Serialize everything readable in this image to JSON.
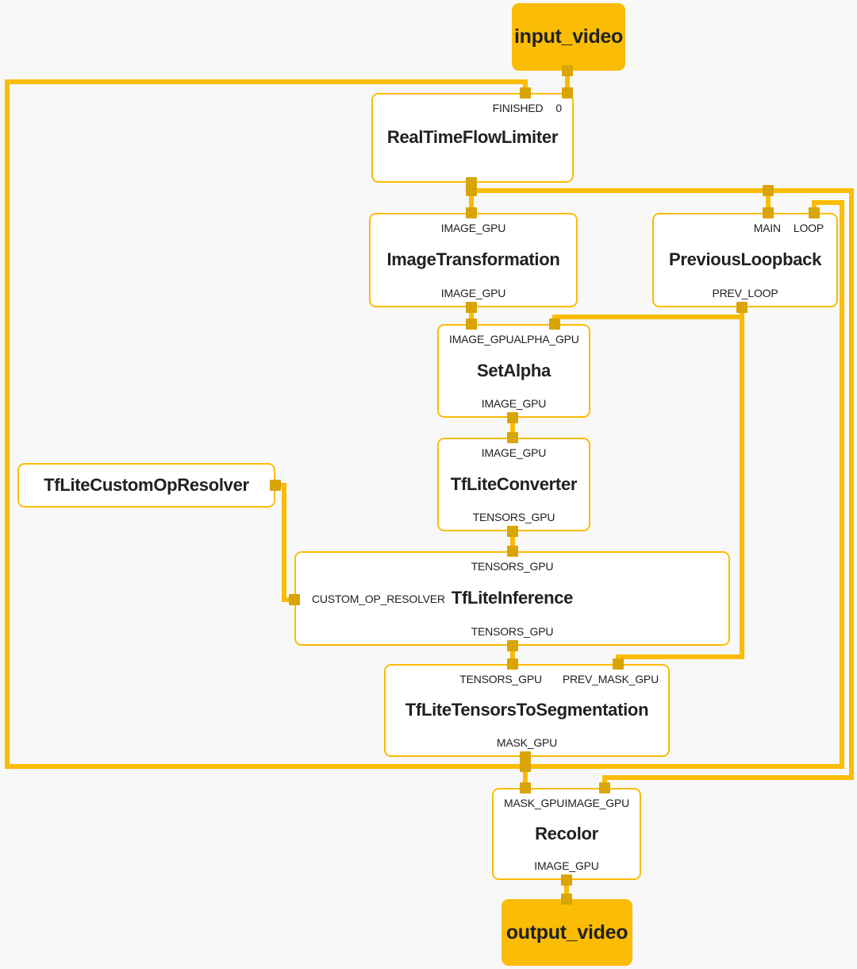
{
  "app": {
    "name": "mediapipe-graph-visualization"
  },
  "colors": {
    "background": "#f8f8f8",
    "wire": "#FBBC05",
    "port_connector": "#D9A406",
    "node_border": "#FBBC05",
    "node_background": "#ffffff",
    "terminal_background": "#FBBC05",
    "text": "#212121"
  },
  "nodes": {
    "iv": {
      "title": "input_video"
    },
    "rtfl": {
      "title": "RealTimeFlowLimiter",
      "in_ports": [
        "FINISHED",
        "0"
      ]
    },
    "it": {
      "title": "ImageTransformation",
      "in_ports": [
        "IMAGE_GPU"
      ],
      "out_ports": [
        "IMAGE_GPU"
      ]
    },
    "pl": {
      "title": "PreviousLoopback",
      "in_ports": [
        "MAIN",
        "LOOP"
      ],
      "out_ports": [
        "PREV_LOOP"
      ]
    },
    "sa": {
      "title": "SetAlpha",
      "in_ports": [
        "IMAGE_GPU",
        "ALPHA_GPU"
      ],
      "out_ports": [
        "IMAGE_GPU"
      ]
    },
    "res": {
      "title": "TfLiteCustomOpResolver"
    },
    "conv": {
      "title": "TfLiteConverter",
      "in_ports": [
        "IMAGE_GPU"
      ],
      "out_ports": [
        "TENSORS_GPU"
      ]
    },
    "inf": {
      "title": "TfLiteInference",
      "in_ports": [
        "TENSORS_GPU"
      ],
      "side_port": "CUSTOM_OP_RESOLVER",
      "out_ports": [
        "TENSORS_GPU"
      ]
    },
    "seg": {
      "title": "TfLiteTensorsToSegmentation",
      "in_ports": [
        "TENSORS_GPU",
        "PREV_MASK_GPU"
      ],
      "out_ports": [
        "MASK_GPU"
      ]
    },
    "rec": {
      "title": "Recolor",
      "in_ports": [
        "MASK_GPU",
        "IMAGE_GPU"
      ],
      "out_ports": [
        "IMAGE_GPU"
      ]
    },
    "ov": {
      "title": "output_video"
    }
  },
  "edges": [
    {
      "from": "input_video",
      "to": "RealTimeFlowLimiter:0"
    },
    {
      "from": "TfLiteTensorsToSegmentation:MASK_GPU",
      "to": "RealTimeFlowLimiter:FINISHED"
    },
    {
      "from": "RealTimeFlowLimiter",
      "to": "ImageTransformation:IMAGE_GPU"
    },
    {
      "from": "RealTimeFlowLimiter",
      "to": "PreviousLoopback:MAIN"
    },
    {
      "from": "RealTimeFlowLimiter",
      "to": "Recolor:IMAGE_GPU"
    },
    {
      "from": "TfLiteTensorsToSegmentation:MASK_GPU",
      "to": "PreviousLoopback:LOOP"
    },
    {
      "from": "ImageTransformation:IMAGE_GPU",
      "to": "SetAlpha:IMAGE_GPU"
    },
    {
      "from": "PreviousLoopback:PREV_LOOP",
      "to": "SetAlpha:ALPHA_GPU"
    },
    {
      "from": "PreviousLoopback:PREV_LOOP",
      "to": "TfLiteTensorsToSegmentation:PREV_MASK_GPU"
    },
    {
      "from": "SetAlpha:IMAGE_GPU",
      "to": "TfLiteConverter:IMAGE_GPU"
    },
    {
      "from": "TfLiteConverter:TENSORS_GPU",
      "to": "TfLiteInference:TENSORS_GPU"
    },
    {
      "from": "TfLiteCustomOpResolver",
      "to": "TfLiteInference:CUSTOM_OP_RESOLVER"
    },
    {
      "from": "TfLiteInference:TENSORS_GPU",
      "to": "TfLiteTensorsToSegmentation:TENSORS_GPU"
    },
    {
      "from": "TfLiteTensorsToSegmentation:MASK_GPU",
      "to": "Recolor:MASK_GPU"
    },
    {
      "from": "Recolor:IMAGE_GPU",
      "to": "output_video"
    }
  ]
}
